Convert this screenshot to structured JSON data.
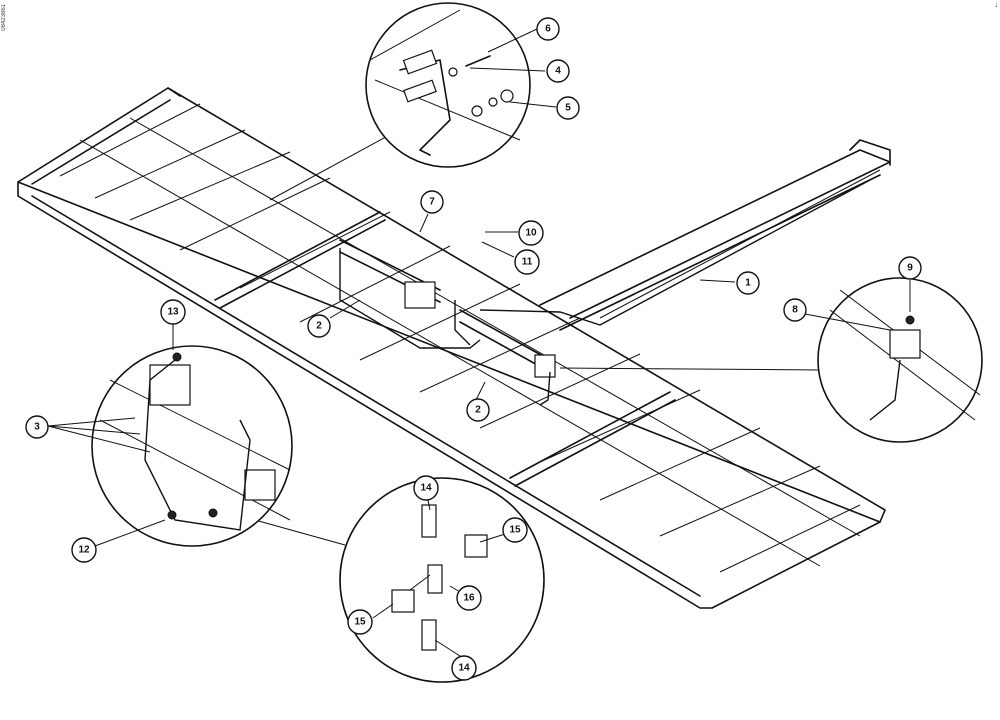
{
  "drawing": {
    "side_code": "08423861",
    "corner_mark": "↓"
  },
  "callouts": [
    {
      "id": "c1",
      "label": "1"
    },
    {
      "id": "c2a",
      "label": "2"
    },
    {
      "id": "c2b",
      "label": "2"
    },
    {
      "id": "c3",
      "label": "3"
    },
    {
      "id": "c4",
      "label": "4"
    },
    {
      "id": "c5",
      "label": "5"
    },
    {
      "id": "c6",
      "label": "6"
    },
    {
      "id": "c7",
      "label": "7"
    },
    {
      "id": "c8",
      "label": "8"
    },
    {
      "id": "c9",
      "label": "9"
    },
    {
      "id": "c10",
      "label": "10"
    },
    {
      "id": "c11",
      "label": "11"
    },
    {
      "id": "c12",
      "label": "12"
    },
    {
      "id": "c13",
      "label": "13"
    },
    {
      "id": "c14a",
      "label": "14"
    },
    {
      "id": "c14b",
      "label": "14"
    },
    {
      "id": "c15a",
      "label": "15"
    },
    {
      "id": "c15b",
      "label": "15"
    },
    {
      "id": "c16",
      "label": "16"
    }
  ]
}
